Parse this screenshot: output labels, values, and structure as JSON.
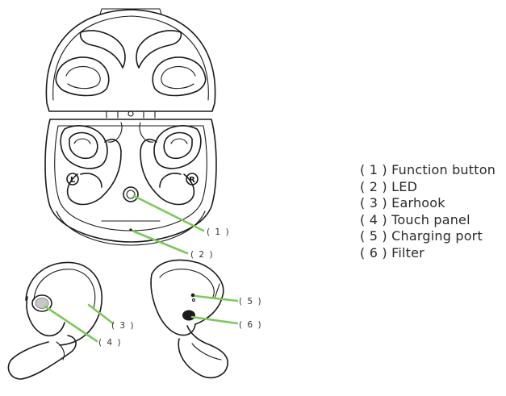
{
  "legend": {
    "items": [
      {
        "num": "( 1 )",
        "label": "Function button"
      },
      {
        "num": "( 2 )",
        "label": "LED"
      },
      {
        "num": "( 3 )",
        "label": "Earhook"
      },
      {
        "num": "( 4 )",
        "label": "Touch panel"
      },
      {
        "num": "( 5 )",
        "label": "Charging port"
      },
      {
        "num": "( 6 )",
        "label": "Filter"
      }
    ]
  },
  "callouts": {
    "c1": "( 1 )",
    "c2": "( 2 )",
    "c3": "( 3 )",
    "c4": "( 4 )",
    "c5": "( 5 )",
    "c6": "( 6 )"
  },
  "case_marks": {
    "left": "L",
    "right": "R"
  },
  "colors": {
    "leader_line": "#7cc95c",
    "line_art": "#1a1a1a",
    "text": "#2a2a2a"
  }
}
